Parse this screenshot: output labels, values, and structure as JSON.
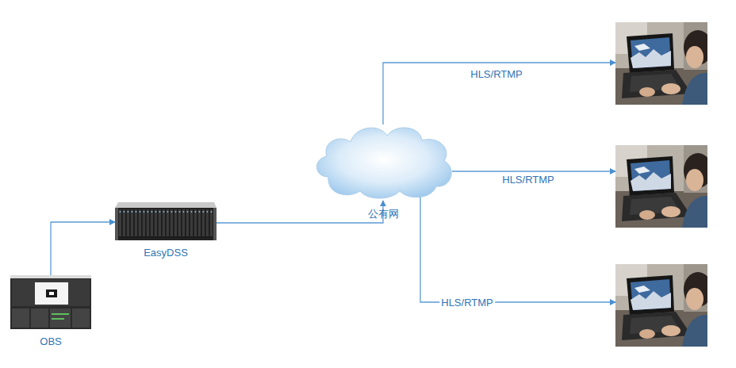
{
  "diagram": {
    "nodes": [
      {
        "text": [
          "OBS"
        ]
      },
      {
        "text": [
          "EasyDSS"
        ]
      },
      {
        "text": [
          "公有网"
        ]
      },
      {
        "text": []
      },
      {
        "text": []
      },
      {
        "text": []
      }
    ],
    "edges": [
      {
        "from": 0,
        "to": 1,
        "arrow": "to"
      },
      {
        "from": 1,
        "to": 2,
        "arrow": "to"
      },
      {
        "from": 2,
        "to": 3,
        "label": "HLS/RTMP",
        "arrow": "to"
      },
      {
        "from": 2,
        "to": 4,
        "label": "HLS/RTMP",
        "arrow": "to"
      },
      {
        "from": 2,
        "to": 5,
        "label": "HLS/RTMP",
        "arrow": "to"
      }
    ]
  }
}
